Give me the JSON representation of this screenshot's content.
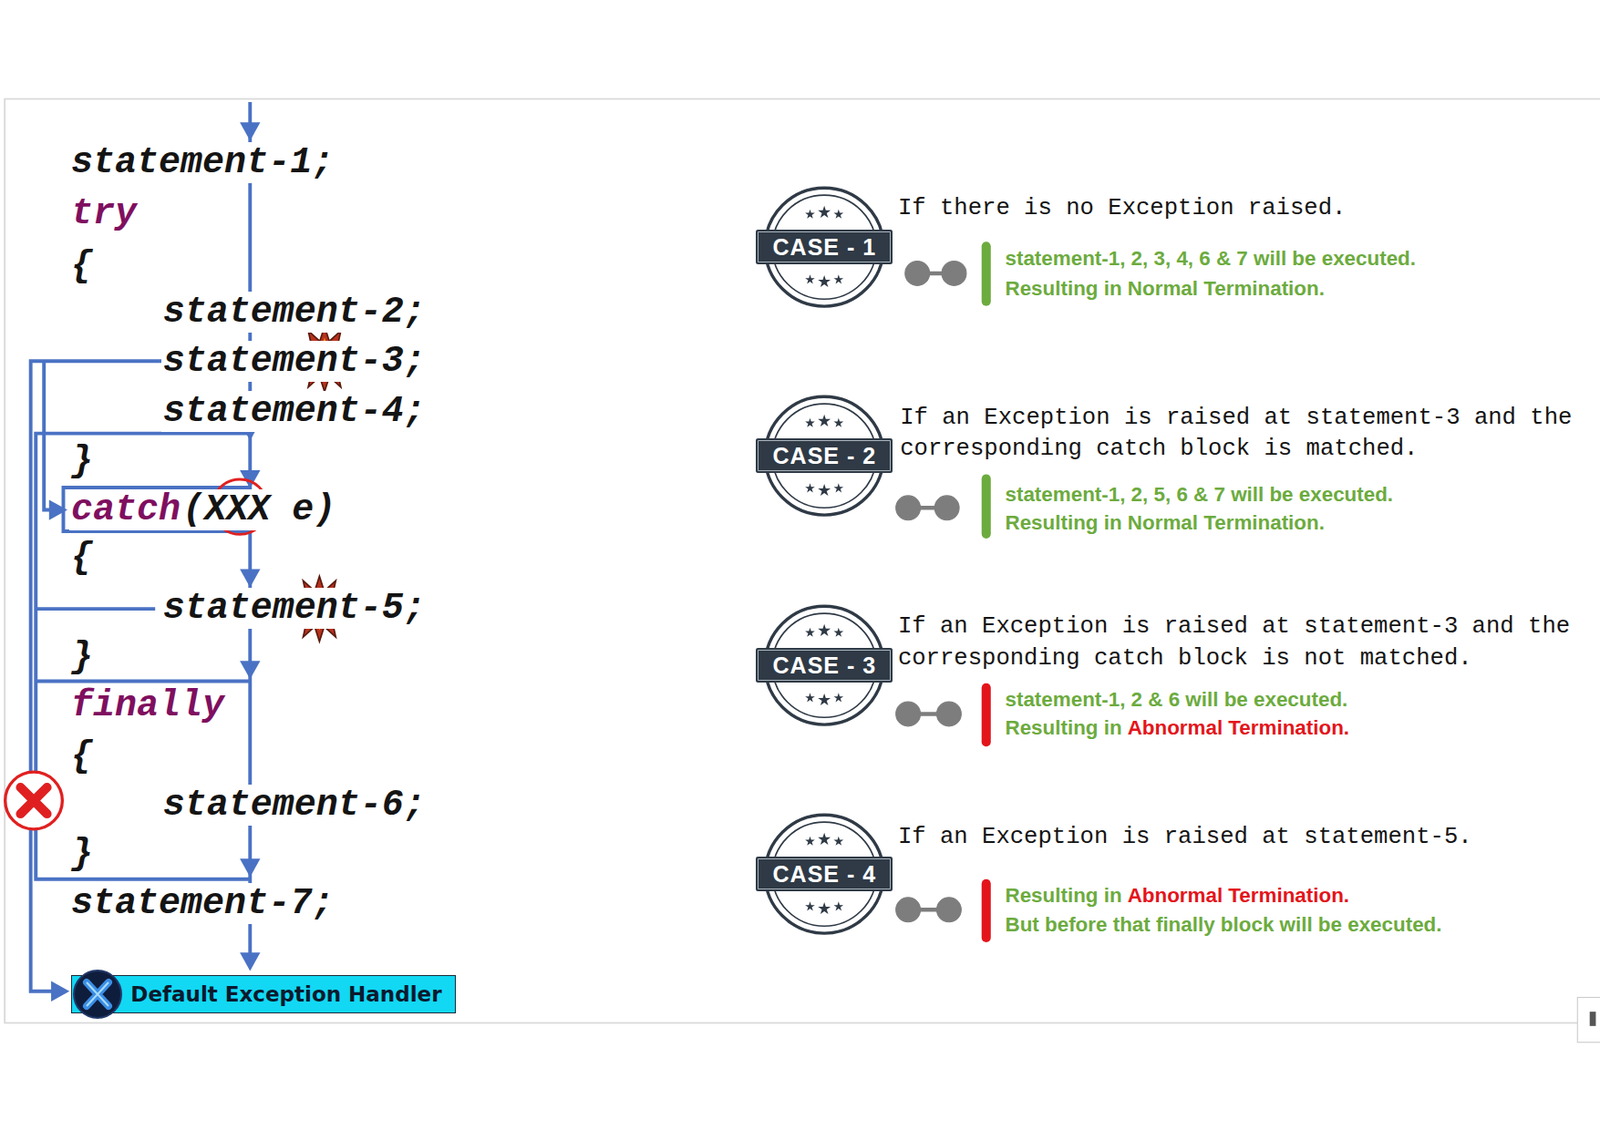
{
  "diagram": {
    "nodes": [
      {
        "text": [
          "Default Exception Handler"
        ]
      },
      {
        "text": [
          "CASE - 1"
        ]
      },
      {
        "text": [
          "CASE - 2"
        ]
      },
      {
        "text": [
          "CASE - 3"
        ]
      },
      {
        "text": [
          "CASE - 4"
        ]
      }
    ],
    "labels": [
      "statement-1;",
      "try",
      "{",
      "statement-2;",
      "statement-3;",
      "statement-4;",
      "}",
      "catch",
      "(XXX e)",
      "{",
      "statement-5;",
      "}",
      "finally",
      "{",
      "statement-6;",
      "}",
      "statement-7;",
      "If there is no Exception raised.",
      "statement-1, 2, 3, 4, 6 & 7 will be executed.",
      "Resulting in Normal Termination.",
      "If an Exception is raised at statement-3 and the corresponding catch block is matched.",
      "statement-1, 2, 5, 6 & 7 will be executed.",
      "Resulting in Normal Termination.",
      "If an Exception is raised at statement-3 and the corresponding catch block is not matched.",
      "statement-1, 2 & 6 will be executed.",
      "Resulting in",
      "Abnormal Termination.",
      "If an Exception is raised at statement-5.",
      "Resulting in",
      "Abnormal Termination.",
      "But before that finally block will be executed."
    ]
  }
}
